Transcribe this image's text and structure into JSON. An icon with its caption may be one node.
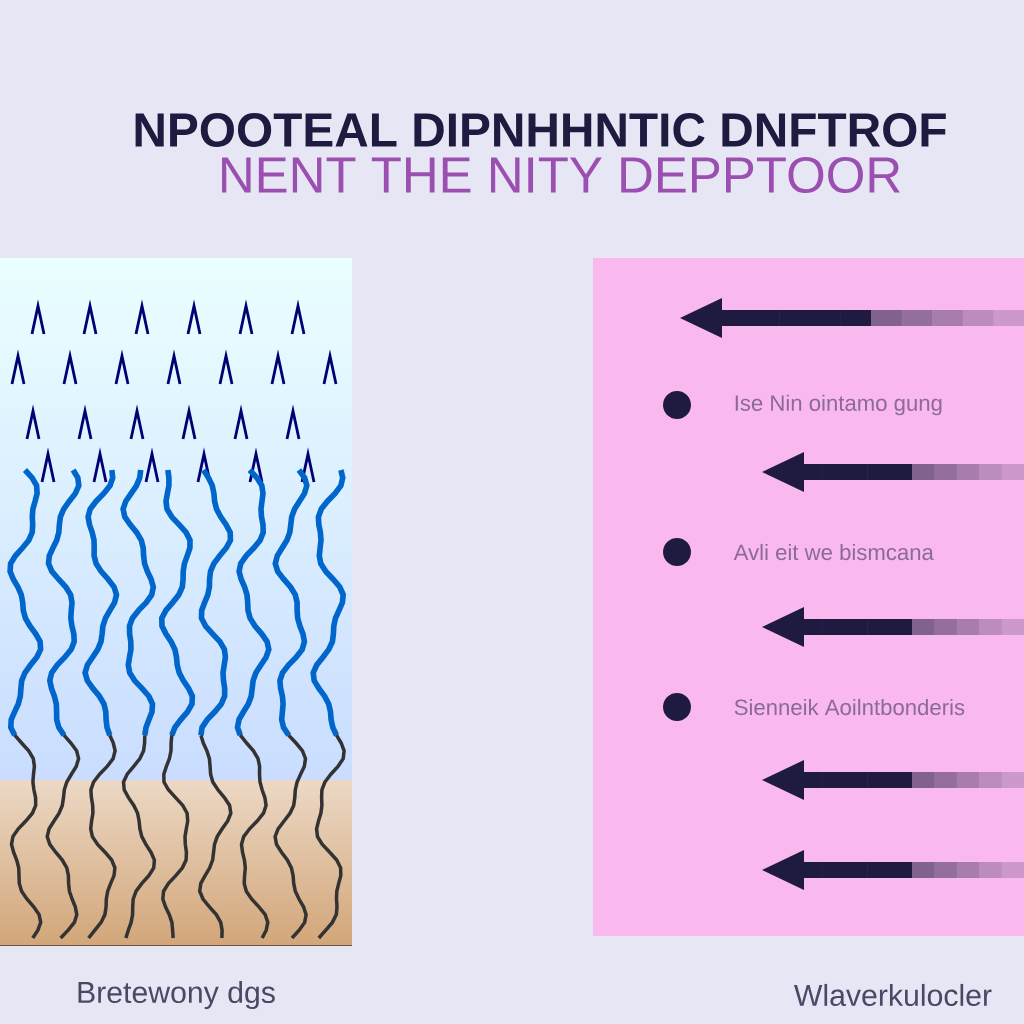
{
  "diagram": {
    "title": "NPOOTEAL DIPNHHNTIC DNFTROF",
    "caption": "NENT THE NITY DEPPTOOR",
    "nodes": [
      {
        "text": [],
        "shape": "picture",
        "beside": [
          "Bretewony dgs"
        ]
      },
      {
        "text": [
          "Ise Nin ointamo gung",
          "Avli eit we bismcana",
          "Sienneik Aoilntbonderis"
        ],
        "beside": [
          "Wlaverkulocler"
        ]
      }
    ]
  }
}
